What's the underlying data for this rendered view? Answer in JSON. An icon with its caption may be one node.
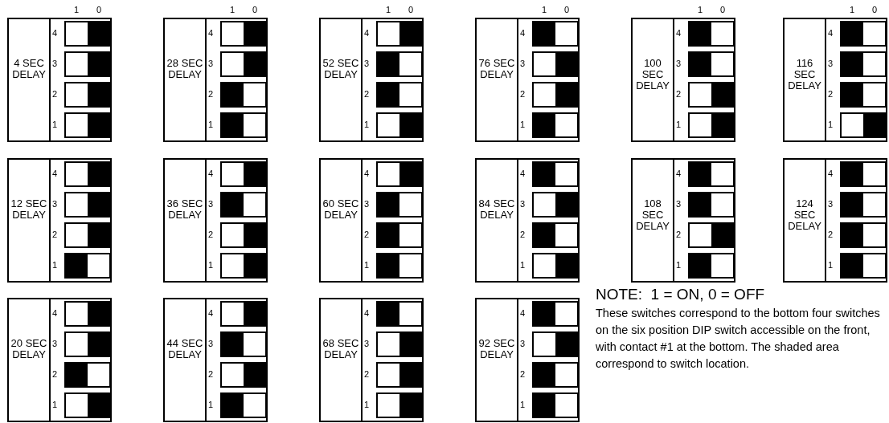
{
  "diagram": {
    "nodes": [
      {
        "text": [
          "4 SEC DELAY",
          "4",
          "3",
          "2",
          "1"
        ]
      },
      {
        "text": [
          "28 SEC DELAY",
          "4",
          "3",
          "2",
          "1"
        ]
      },
      {
        "text": [
          "52 SEC DELAY",
          "4",
          "3",
          "2",
          "1"
        ]
      },
      {
        "text": [
          "76 SEC DELAY",
          "4",
          "3",
          "2",
          "1"
        ]
      },
      {
        "text": [
          "100 SEC DELAY",
          "4",
          "3",
          "2",
          "1"
        ]
      },
      {
        "text": [
          "116 SEC DELAY",
          "4",
          "3",
          "2",
          "1"
        ]
      },
      {
        "text": [
          "12 SEC DELAY",
          "4",
          "3",
          "2",
          "1"
        ]
      },
      {
        "text": [
          "36 SEC DELAY",
          "4",
          "3",
          "2",
          "1"
        ]
      },
      {
        "text": [
          "60 SEC DELAY",
          "4",
          "3",
          "2",
          "1"
        ]
      },
      {
        "text": [
          "84 SEC DELAY",
          "4",
          "3",
          "2",
          "1"
        ]
      },
      {
        "text": [
          "108 SEC DELAY",
          "4",
          "3",
          "2",
          "1"
        ]
      },
      {
        "text": [
          "124 SEC DELAY",
          "4",
          "3",
          "2",
          "1"
        ]
      },
      {
        "text": [
          "20 SEC DELAY",
          "4",
          "3",
          "2",
          "1"
        ]
      },
      {
        "text": [
          "44 SEC DELAY",
          "4",
          "3",
          "2",
          "1"
        ]
      },
      {
        "text": [
          "68 SEC DELAY",
          "4",
          "3",
          "2",
          "1"
        ]
      },
      {
        "text": [
          "92 SEC DELAY",
          "4",
          "3",
          "2",
          "1"
        ]
      }
    ],
    "labels": [
      "1",
      "0",
      "1",
      "0",
      "1",
      "0",
      "1",
      "0",
      "1",
      "0",
      "1",
      "0",
      "NOTE:  1 = ON, 0 = OFF",
      "These switches correspond to the bottom four switches on the six position DIP switch accessible on the front, with contact #1 at the bottom.  The shaded area correspond to switch location."
    ]
  }
}
